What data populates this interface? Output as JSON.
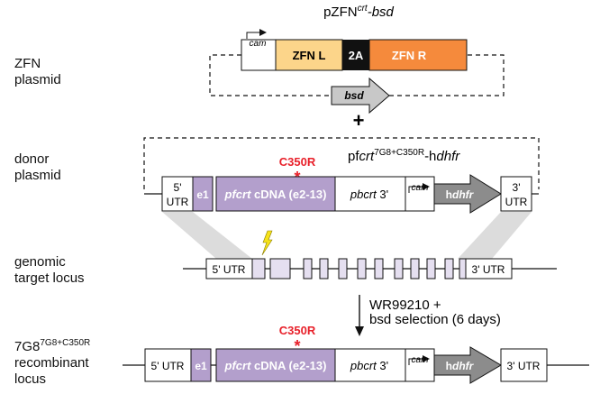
{
  "row_labels": {
    "zfn": [
      "ZFN",
      "plasmid"
    ],
    "donor": [
      "donor",
      "plasmid"
    ],
    "genomic": [
      "genomic",
      "target locus"
    ],
    "recombinant": [
      "recombinant",
      "locus"
    ],
    "recombinant_strain": "7G8",
    "recombinant_strain_sup": "7G8+C350R"
  },
  "zfn_plasmid": {
    "title_main": "pZFN",
    "title_sup": "crt",
    "title_suffix": "-bsd",
    "promoter": "cam",
    "zfn_left": "ZFN L",
    "linker": "2A",
    "zfn_right": "ZFN R",
    "marker": "bsd"
  },
  "plus_sign": "+",
  "donor_plasmid": {
    "title_main": "pf",
    "title_italic": "crt",
    "title_sup": "7G8+C350R",
    "title_suffix": "-h",
    "title_suffix_italic": "dhfr",
    "mutation": "C350R",
    "mutation_mark": "*",
    "utr5_a": "5'",
    "utr5_b": "UTR",
    "exon1": "e1",
    "cdna_italic": "pfcrt",
    "cdna_rest": " cDNA (e2-13)",
    "pbcrt_italic": "pbcrt",
    "pbcrt_rest": " 3'",
    "promoter": "cam",
    "marker_prefix": "h",
    "marker_italic": "dhfr",
    "utr3_a": "3'",
    "utr3_b": "UTR"
  },
  "genomic_locus": {
    "utr5": "5' UTR",
    "utr3": "3' UTR",
    "lightning": "cut-site-lightning-icon"
  },
  "selection": {
    "line1": "WR99210 +",
    "line2": "bsd selection (6 days)"
  },
  "recombinant_locus": {
    "mutation": "C350R",
    "mutation_mark": "*",
    "utr5": "5' UTR",
    "exon1": "e1",
    "cdna_italic": "pfcrt",
    "cdna_rest": " cDNA (e2-13)",
    "pbcrt_italic": "pbcrt",
    "pbcrt_rest": " 3'",
    "promoter": "cam",
    "marker_prefix": "h",
    "marker_italic": "dhfr",
    "utr3": "3' UTR"
  },
  "colors": {
    "zfn_left": "#fcd58a",
    "linker": "#111111",
    "zfn_right": "#f58a3c",
    "purple": "#b39fcc",
    "exon_fill": "#e5dff0",
    "homology": "#dcdcdc",
    "marker_gray": "#8c8c8c",
    "bsd_gray": "#c8c8c8",
    "mutation_red": "#e8202a",
    "lightning": "#f6e21a"
  }
}
